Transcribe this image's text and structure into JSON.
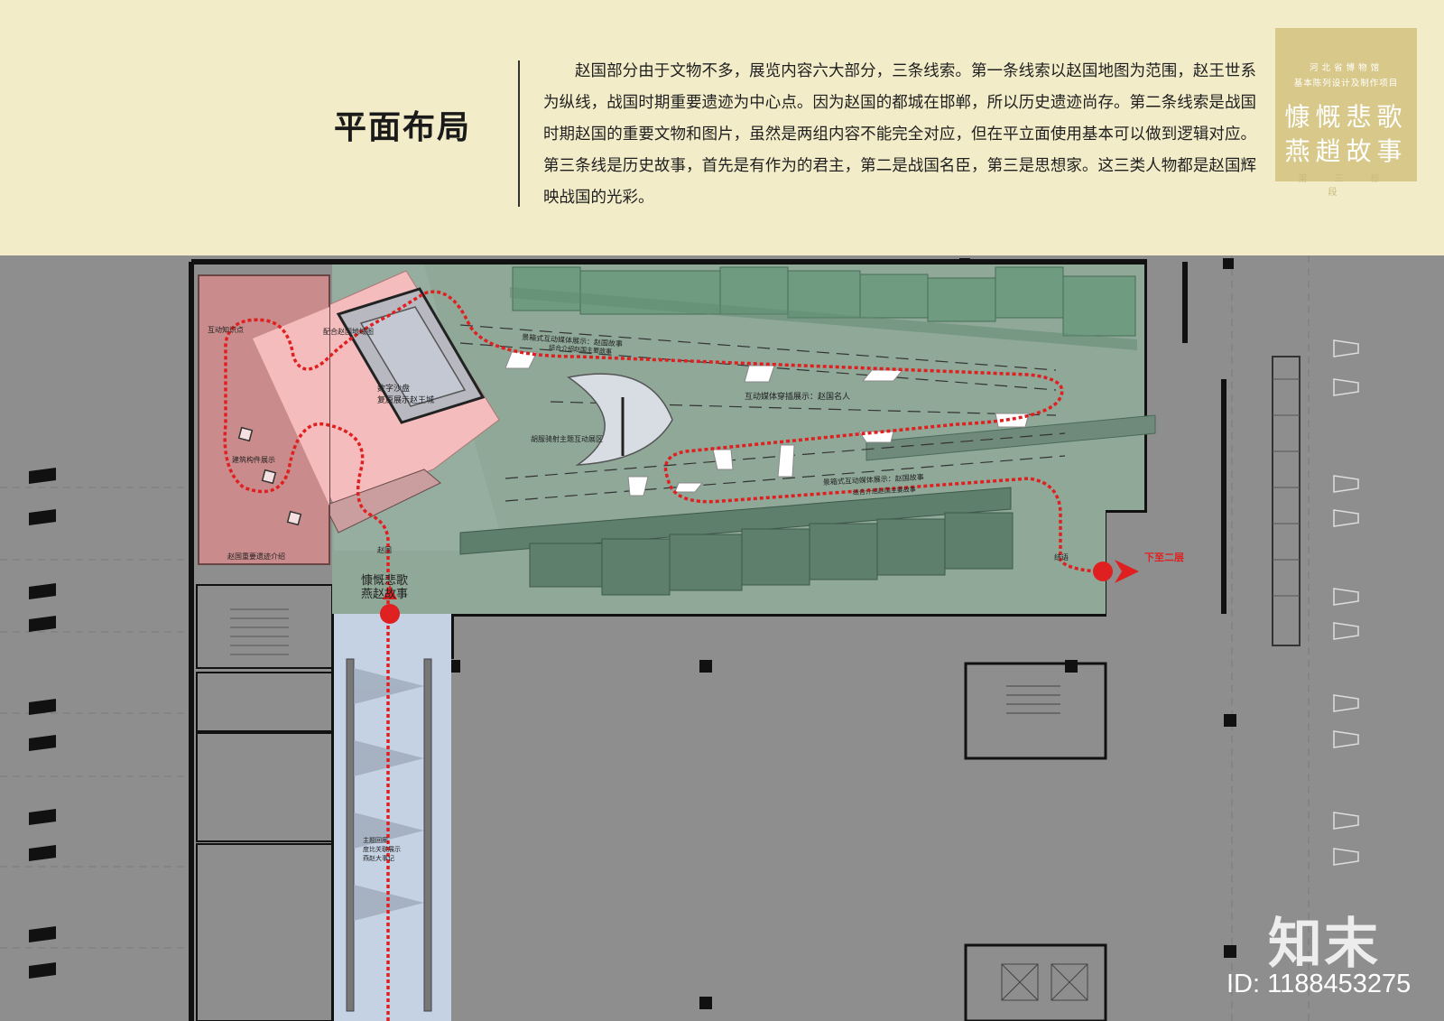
{
  "header": {
    "title": "平面布局",
    "intro": "赵国部分由于文物不多，展览内容六大部分，三条线索。第一条线索以赵国地图为范围，赵王世系为纵线，战国时期重要遗迹为中心点。因为赵国的都城在邯郸，所以历史遗迹尚存。第二条线索是战国时期赵国的重要文物和图片，虽然是两组内容不能完全对应，但在平立面使用基本可以做到逻辑对应。第三条线是历史故事，首先是有作为的君主，第二是战国名臣，第三是思想家。这三类人物都是赵国辉映战国的光彩。"
  },
  "badge": {
    "top_line1": "河北省博物馆",
    "top_line2": "基本陈列设计及制作项目",
    "main_line1": "慷慨悲歌",
    "main_line2": "燕趙故事",
    "bottom": "第三标段"
  },
  "plan": {
    "labels": {
      "interactive_point": "互动知识点",
      "map_match": "配合赵国地域图",
      "sand_table_1": "数字沙盘",
      "sand_table_2": "复原展示赵王城",
      "building_parts": "建筑构件展示",
      "key_sites": "赵国重要遗迹介绍",
      "zhao": "赵国",
      "story_upper_1": "景箱式互动媒体展示：赵国故事",
      "story_upper_2": "结合介绍赵国主要故事",
      "famous_people": "互动媒体穿插展示：赵国名人",
      "hufu_zone": "胡服骑射主题互动展区",
      "story_lower_1": "景箱式互动媒体展示：赵国故事",
      "story_lower_2": "结合介绍赵国主要故事",
      "conclusion": "结语",
      "to_second_floor": "下至二层",
      "corridor_1": "主题回廊",
      "corridor_2": "度比关联展示",
      "corridor_3": "燕赵大事记",
      "entrance_title_1": "慷慨悲歌",
      "entrance_title_2": "燕赵故事"
    }
  },
  "watermark": {
    "brand": "知末",
    "id": "ID: 1188453275"
  },
  "colors": {
    "header_bg": "#f2ecc9",
    "badge_bg": "#d8c98a",
    "plan_bg": "#8e8e8e",
    "green_zone": "#8fa898",
    "display_case": "#6f9c80",
    "pink_zone": "#f2b8b8",
    "rose_zone": "#c98b8b",
    "corridor": "#c4d2e4",
    "route": "#e02020"
  }
}
